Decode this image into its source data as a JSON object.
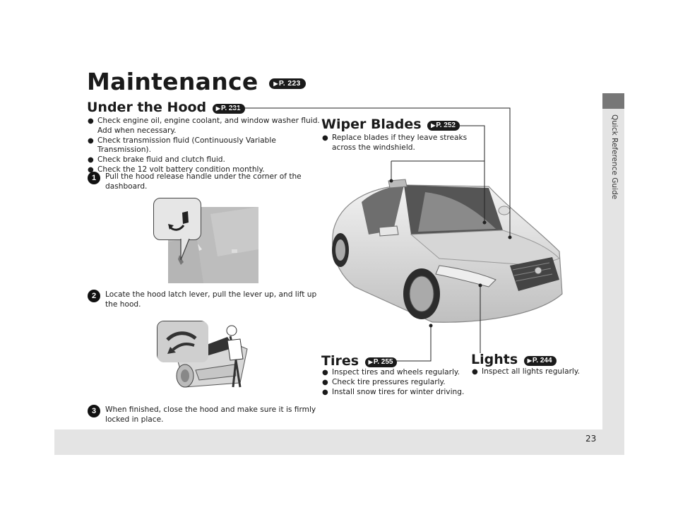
{
  "page": {
    "number": "23",
    "side_label": "Quick Reference Guide"
  },
  "title": {
    "text": "Maintenance",
    "ref": "P. 223"
  },
  "under_the_hood": {
    "title": "Under the Hood",
    "ref": "P. 231",
    "bullets": [
      "Check engine oil, engine coolant, and window washer fluid.",
      "Check transmission fluid (Continuously Variable Transmission).",
      "Check brake fluid and clutch fluid.",
      "Check the 12 volt battery condition monthly."
    ],
    "bullet_1_cont": "Add when necessary.",
    "steps": [
      {
        "num": "1",
        "line1": "Pull the hood release handle under the corner of the",
        "line2": "dashboard."
      },
      {
        "num": "2",
        "line1": "Locate the hood latch lever, pull the lever up, and lift up",
        "line2": "the hood."
      },
      {
        "num": "3",
        "line1": "When finished, close the hood and make sure it is firmly",
        "line2": "locked in place."
      }
    ]
  },
  "wiper_blades": {
    "title": "Wiper Blades",
    "ref": "P. 252",
    "bullet_line1": "Replace blades if they leave streaks",
    "bullet_line2": "across the windshield."
  },
  "tires": {
    "title": "Tires",
    "ref": "P. 255",
    "bullets": [
      "Inspect tires and wheels regularly.",
      "Check tire pressures regularly.",
      "Install snow tires for winter driving."
    ]
  },
  "lights": {
    "title": "Lights",
    "ref": "P. 244",
    "bullets": [
      "Inspect all lights regularly."
    ]
  },
  "colors": {
    "ref_badge": "#1a1a1a",
    "page_band": "#e4e4e4",
    "side_tab": "#777777"
  }
}
